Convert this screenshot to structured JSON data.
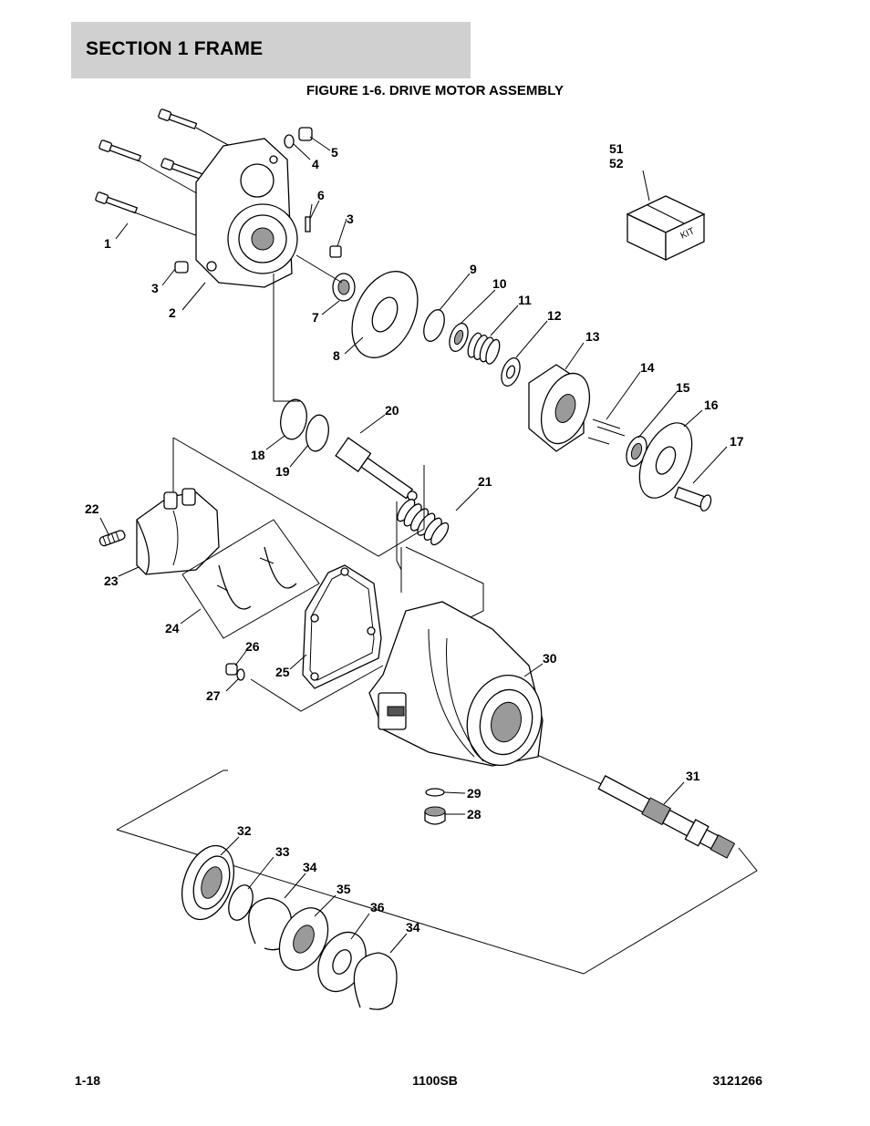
{
  "header": {
    "section_title": "SECTION 1  FRAME"
  },
  "figure_title": "FIGURE 1-6. DRIVE MOTOR ASSEMBLY",
  "kit_label": "KIT",
  "callouts": [
    "1",
    "2",
    "3",
    "3",
    "4",
    "5",
    "6",
    "7",
    "8",
    "9",
    "10",
    "11",
    "12",
    "13",
    "14",
    "15",
    "16",
    "17",
    "18",
    "19",
    "20",
    "21",
    "22",
    "23",
    "24",
    "25",
    "26",
    "27",
    "28",
    "29",
    "30",
    "31",
    "32",
    "33",
    "34",
    "34",
    "35",
    "36",
    "51",
    "52"
  ],
  "footer": {
    "page_number": "1-18",
    "model": "1100SB",
    "document_number": "3121266"
  }
}
